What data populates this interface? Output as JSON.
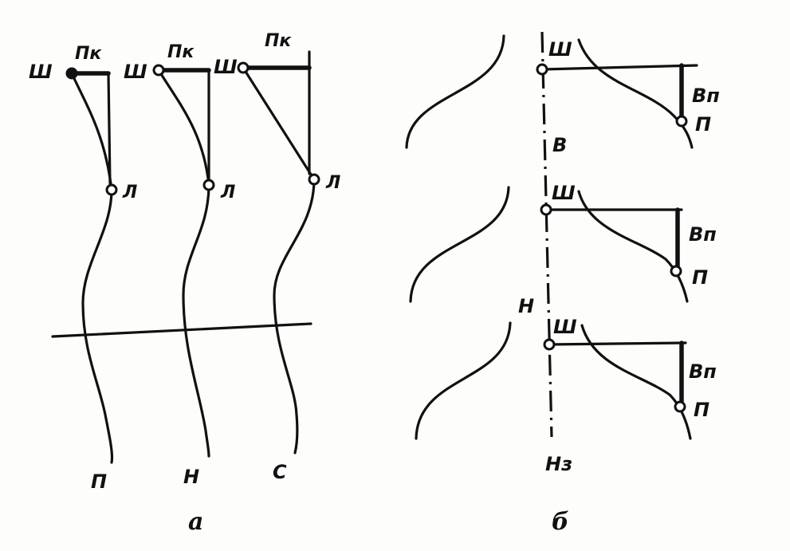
{
  "figure": {
    "panel_a": {
      "caption": "а",
      "pk_label": "Пк",
      "sh_label": "Ш",
      "l_label": "Л",
      "columns": [
        {
          "bottom_label": "П"
        },
        {
          "bottom_label": "Н"
        },
        {
          "bottom_label": "С"
        }
      ]
    },
    "panel_b": {
      "caption": "б",
      "axis_labels": {
        "v": "В",
        "n": "Н",
        "nz": "Нз"
      },
      "rows": [
        {
          "sh_label": "Ш",
          "vp_label": "Вп",
          "p_label": "П"
        },
        {
          "sh_label": "Ш",
          "vp_label": "Вп",
          "p_label": "П"
        },
        {
          "sh_label": "Ш",
          "vp_label": "Вп",
          "p_label": "П"
        }
      ]
    }
  }
}
